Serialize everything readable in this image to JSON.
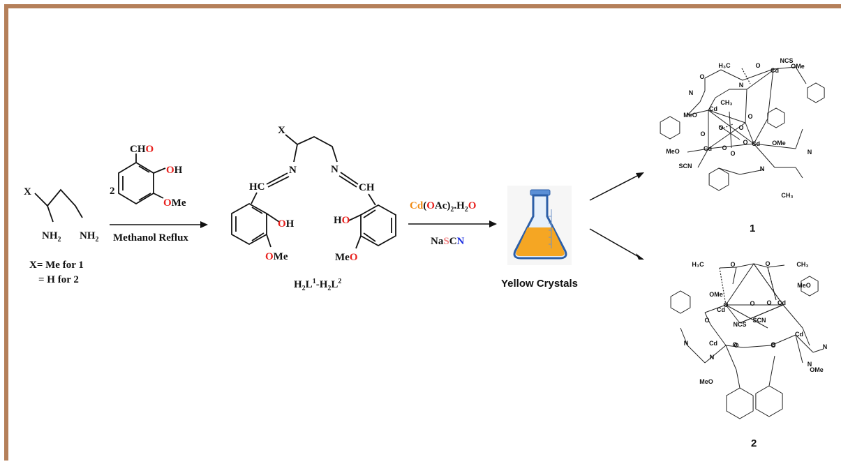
{
  "colors": {
    "frame": "#b5805a",
    "oxygen": "#e8211d",
    "nitrogen": "#1d2fe0",
    "cadmium": "#f08a13",
    "sulfur": "#f08080",
    "flask_liquid": "#f5a623"
  },
  "reagent_amine": {
    "substituent": "X",
    "amine_left": "NH",
    "amine_left_sub": "2",
    "amine_right": "NH",
    "amine_right_sub": "2",
    "legend_line1": "X= Me for 1",
    "legend_line2": "= H for 2"
  },
  "aldehyde": {
    "equiv": "2",
    "cho_c": "CH",
    "cho_o": "O",
    "oh_o": "O",
    "oh_h": "H",
    "ome_o": "O",
    "ome_me": "Me"
  },
  "step1": {
    "condition": "Methanol Reflux"
  },
  "ligand": {
    "substituent": "X",
    "n_left": "N",
    "n_right": "N",
    "hc_left": "HC",
    "ch_right": "CH",
    "oh_left_o": "O",
    "oh_left_h": "H",
    "oh_right_h": "H",
    "oh_right_o": "O",
    "ome_left_o": "O",
    "ome_left_me": "Me",
    "ome_right_me": "Me",
    "ome_right_o": "O",
    "name_h": "H",
    "name_sub2": "2",
    "name_l": "L",
    "name_sup1": "1",
    "name_dash": "-",
    "name_sup2": "2"
  },
  "step2": {
    "reagent_cd": "Cd",
    "reagent_open": "(",
    "reagent_o": "O",
    "reagent_ac": "Ac)",
    "reagent_sub2": "2",
    "reagent_h2o_h": ".H",
    "reagent_h2o_sub": "2",
    "reagent_h2o_o": "O",
    "salt_na": "Na",
    "salt_s": "S",
    "salt_c": "C",
    "salt_n": "N"
  },
  "flask": {
    "label": "Yellow Crystals"
  },
  "complex1": {
    "label": "1",
    "atoms": [
      "H₃C",
      "O",
      "NCS",
      "Cd",
      "OMe",
      "N",
      "CH₃",
      "MeO",
      "Cd",
      "O",
      "O",
      "O",
      "O",
      "Cd",
      "OMe",
      "MeO",
      "Cd",
      "O",
      "N",
      "SCN",
      "N",
      "CH₃",
      "O",
      "N",
      "O",
      "O"
    ]
  },
  "complex2": {
    "label": "2",
    "atoms": [
      "H₃C",
      "O",
      "O",
      "CH₃",
      "MeO",
      "OMe",
      "O",
      "O",
      "O",
      "Cd",
      "Cd",
      "O",
      "NCS",
      "SCN",
      "O",
      "O",
      "N",
      "Cd",
      "N",
      "Cd",
      "O",
      "O",
      "N",
      "N",
      "MeO",
      "OMe"
    ]
  }
}
